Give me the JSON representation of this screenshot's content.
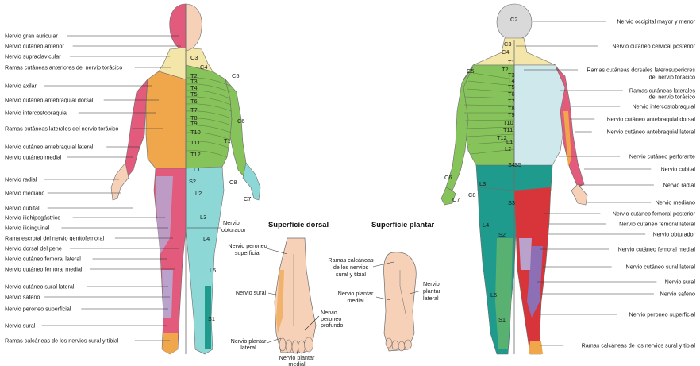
{
  "colors": {
    "green": "#86c35a",
    "teal": "#1f9b8d",
    "cyan": "#8dd8d6",
    "orange": "#f0a64a",
    "pink": "#e25b7c",
    "red": "#d8353a",
    "light_yellow": "#f4e6a8",
    "skin": "#f6d1b8",
    "lavender": "#b9a2cc",
    "purple": "#8d6fb5",
    "gray_head": "#d9d9d9",
    "outline": "#6d6d6d"
  },
  "front": {
    "left_labels": [
      "Nervio gran auricular",
      "Nervio cutáneo anterior",
      "Nervio supraclavicular",
      "Ramas cutáneas anteriores del nervio torácico",
      "Nervio axilar",
      "Nervio cutáneo antebraquial dorsal",
      "Nervio intercostobraquial",
      "Ramas cutáneas laterales del nervio torácico",
      "Nervio cutáneo antebraquial lateral",
      "Nervio cutáneo medial",
      "Nervio radial",
      "Nervio mediano",
      "Nervio cubital",
      "Nervio iliohipogástrico",
      "Nervio ilioinguinal",
      "Rama escrotal del nervio genitofemoral",
      "Nervio dorsal del pene",
      "Nervio cutáneo femoral lateral",
      "Nervio cutáneo femoral medial",
      "Nervio cutáneo sural lateral",
      "Nervio safeno",
      "Nervio peroneo superficial",
      "Nervio sural",
      "Ramas calcáneas de los nervios sural y tibial"
    ],
    "obturator_label": [
      "Nervio",
      "obturador"
    ],
    "dermatomes": [
      "C3",
      "C4",
      "C5",
      "T2",
      "T3",
      "T4",
      "T5",
      "T6",
      "T7",
      "T8",
      "T9",
      "T10",
      "T11",
      "T12",
      "C6",
      "T1",
      "L1",
      "S2",
      "L2",
      "C8",
      "C7",
      "L3",
      "L4",
      "L5",
      "S1"
    ]
  },
  "feet": {
    "dorsal_title": "Superficie dorsal",
    "plantar_title": "Superficie plantar",
    "dorsal_labels": {
      "peroneo_superficial": [
        "Nervio peroneo",
        "superficial"
      ],
      "sural": [
        "Nervio sural"
      ],
      "peroneo_profundo": [
        "Nervio",
        "peroneo",
        "profundo"
      ],
      "plantar_lateral": [
        "Nervio plantar",
        "lateral"
      ],
      "plantar_medial": [
        "Nervio plantar",
        "medial"
      ]
    },
    "plantar_labels": {
      "calcaneas": [
        "Ramas calcáneas",
        "de los nervios",
        "sural y tibial"
      ],
      "plantar_medial": [
        "Nervio plantar",
        "medial"
      ],
      "plantar_lateral": [
        "Nervio",
        "plantar",
        "lateral"
      ]
    }
  },
  "back": {
    "right_labels": [
      "Nervio occipital mayor y menor",
      "Nervio cutáneo cervical posterior",
      "Ramas cutáneas dorsales laterosuperiores",
      "del nervio torácico",
      "Ramas cutáneas laterales",
      "del nervio torácico",
      "Nervio intercostobraquial",
      "Nervio cutáneo antebraquial dorsal",
      "Nervio cutáneo antebraquial lateral",
      "Nervio cutáneo perforante",
      "Nervio cubital",
      "Nervio radial",
      "Nervio mediano",
      "Nervio cutáneo femoral posterior",
      "Nervio cutáneo femoral lateral",
      "Nervio obturador",
      "Nervio cutáneo femoral medial",
      "Nervio cutáneo sural lateral",
      "Nervio sural",
      "Nervio safeno",
      "Nervio peroneo superficial",
      "Ramas calcáneas de los nervios sural y tibial"
    ],
    "dermatomes": [
      "C2",
      "C3",
      "C4",
      "C5",
      "T1",
      "T2",
      "T3",
      "T4",
      "T5",
      "T6",
      "T7",
      "T8",
      "T9",
      "T10",
      "T11",
      "T12",
      "L1",
      "L2",
      "S4",
      "S5",
      "C6",
      "C7",
      "C8",
      "L3",
      "S3",
      "L4",
      "S2",
      "L5",
      "S1"
    ]
  }
}
